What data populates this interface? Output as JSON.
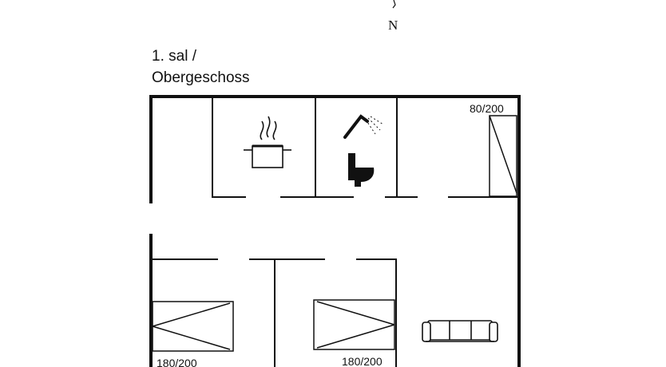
{
  "compass": {
    "north_label": "N"
  },
  "floor": {
    "title_line1": "1. sal /",
    "title_line2": "Obergeschoss"
  },
  "beds": {
    "single": "80/200",
    "double_left": "180/200",
    "double_right": "180/200"
  },
  "colors": {
    "ink": "#111111",
    "background": "#ffffff"
  },
  "icons": [
    "compass-needle-icon",
    "cooking-pot-icon",
    "shower-icon",
    "toilet-icon",
    "sofa-icon",
    "bed-icon"
  ]
}
